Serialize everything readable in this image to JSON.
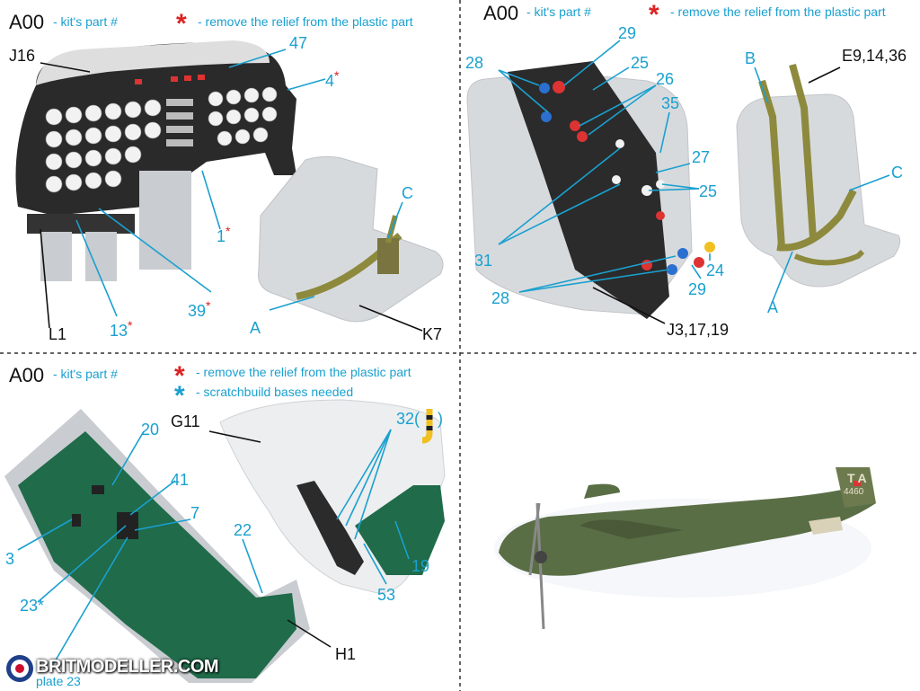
{
  "legend": {
    "kit_code": "A00",
    "kit_note": "- kit's part #",
    "remove_note": "- remove the relief from the plastic part",
    "scratch_note": "- scratchbuild bases needed"
  },
  "panel1": {
    "labels": {
      "j16": "J16",
      "p47": "47",
      "p4": "4",
      "p1": "1",
      "p39": "39",
      "p13": "13",
      "l1": "L1",
      "a": "A",
      "c": "C",
      "k7": "K7"
    }
  },
  "panel2": {
    "labels": {
      "p28a": "28",
      "p29a": "29",
      "p25a": "25",
      "p26": "26",
      "p35": "35",
      "p27": "27",
      "p25b": "25",
      "p31": "31",
      "p24": "24",
      "p29b": "29",
      "p28b": "28",
      "j3": "J3,17,19",
      "b": "B",
      "e9": "E9,14,36",
      "c": "C",
      "a": "A"
    }
  },
  "panel3": {
    "labels": {
      "p20": "20",
      "p41": "41",
      "p7": "7",
      "p3": "3",
      "p23": "23*",
      "p22": "22",
      "h1": "H1",
      "g11": "G11",
      "p32": "32(",
      "p32close": ")",
      "p19": "19",
      "p53": "53"
    }
  },
  "watermark": {
    "site": "BRITMODELLER.COM",
    "plate": "plate 23"
  },
  "aircraft": {
    "tail_code": "TA",
    "tail_number": "4460"
  },
  "colors": {
    "accent_blue": "#1aa0d0",
    "asterisk_red": "#d22222",
    "panel_black": "#2a2a2a",
    "plastic_gray": "#d7dadd",
    "floor_green": "#1f6b4a"
  }
}
